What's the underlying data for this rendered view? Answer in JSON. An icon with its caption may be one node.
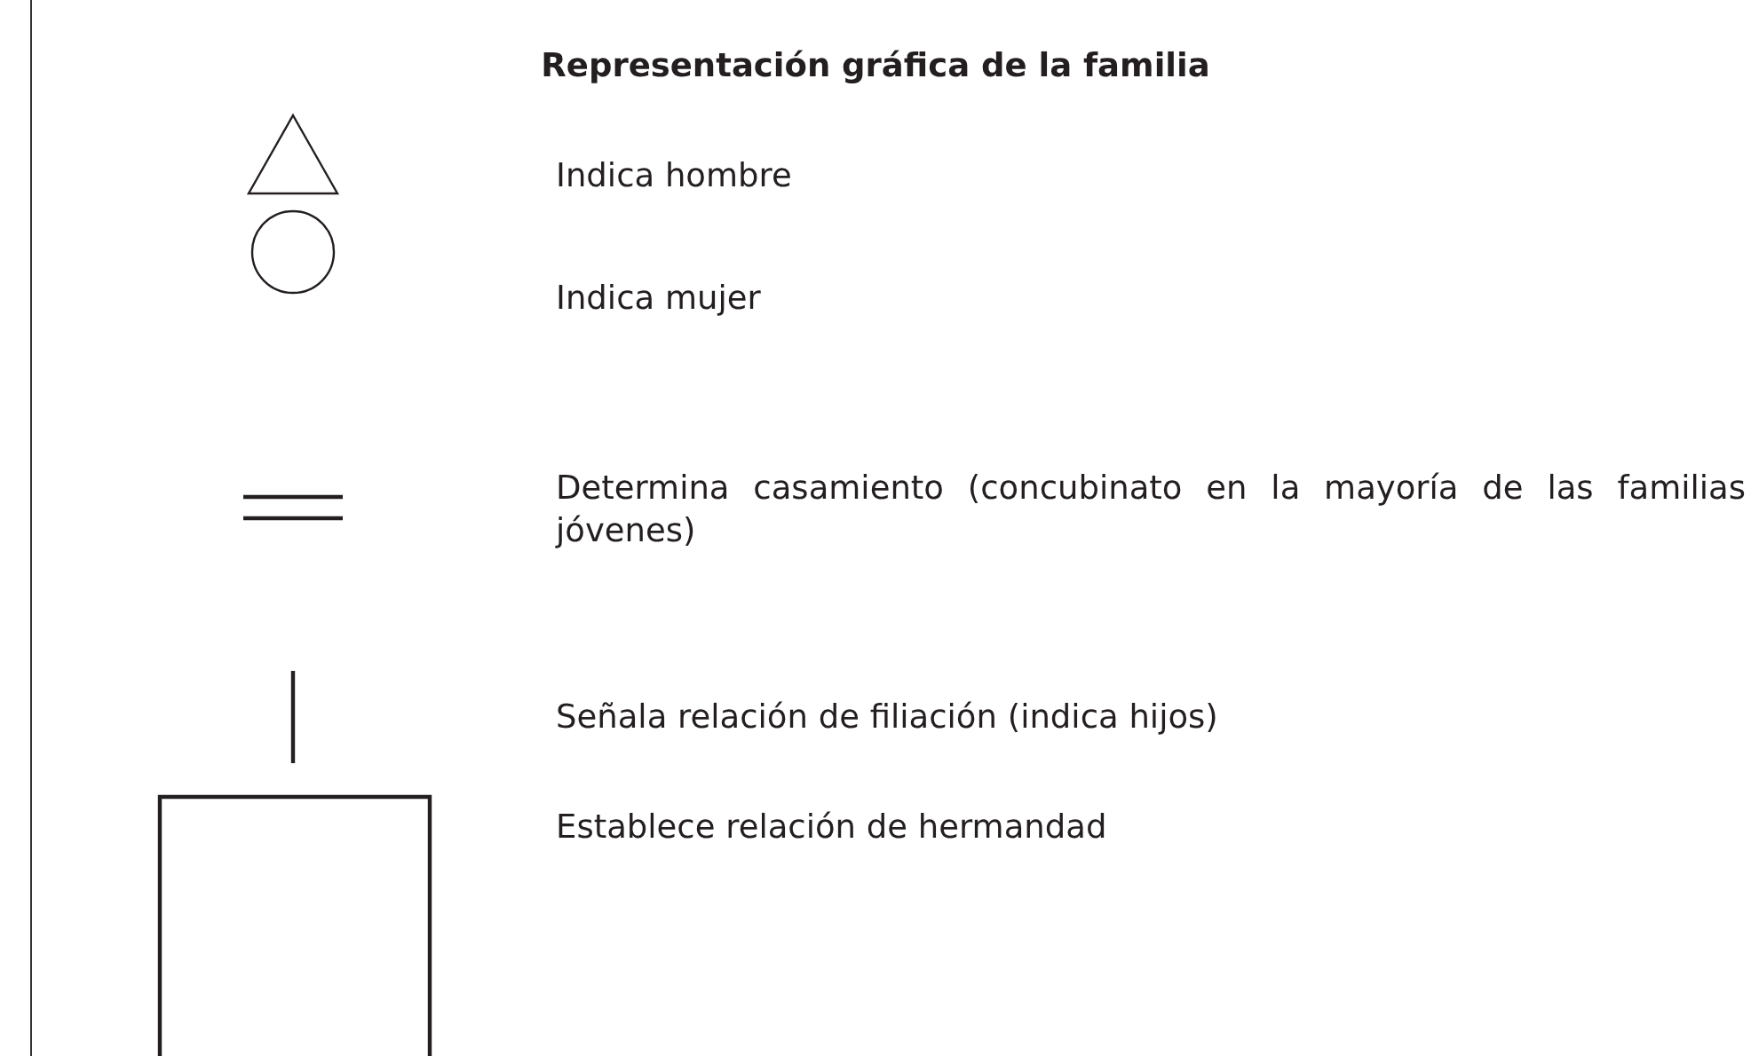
{
  "diagram": {
    "title": "Representación gráfica de la familia",
    "legend": [
      {
        "text": "Indica hombre"
      },
      {
        "text": "Indica mujer"
      },
      {
        "text": "Determina casamiento (concubinato en la mayoría de las familias jóvenes)"
      },
      {
        "text": "Señala relación de filiación (indica hijos)"
      },
      {
        "text": "Establece relación de hermandad"
      }
    ]
  }
}
